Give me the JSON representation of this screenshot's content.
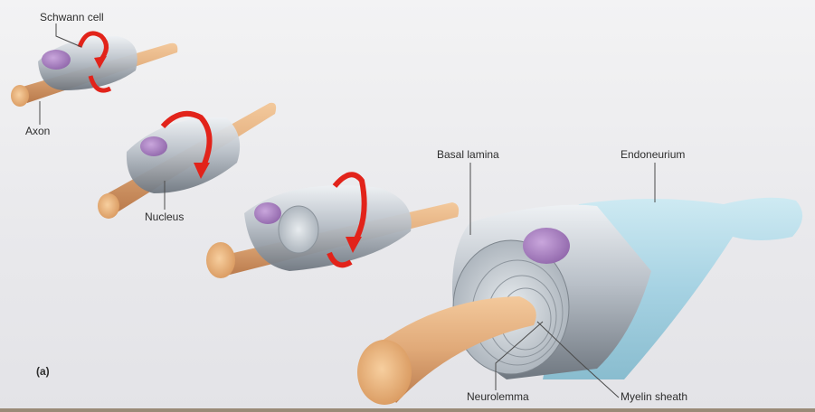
{
  "panel_label": "(a)",
  "labels": {
    "schwann_cell": "Schwann cell",
    "axon": "Axon",
    "nucleus": "Nucleus",
    "basal_lamina": "Basal lamina",
    "endoneurium": "Endoneurium",
    "neurolemma": "Neurolemma",
    "myelin_sheath": "Myelin sheath"
  },
  "colors": {
    "axon": "#e0a978",
    "axon_cut_face": "#f2c08d",
    "schwann_cell": "#c9ced4",
    "nucleus": "#b08bc7",
    "rotation_arrow": "#e2231a",
    "endoneurium": "#a9d7e6",
    "leader_line": "#4a4a4a"
  }
}
